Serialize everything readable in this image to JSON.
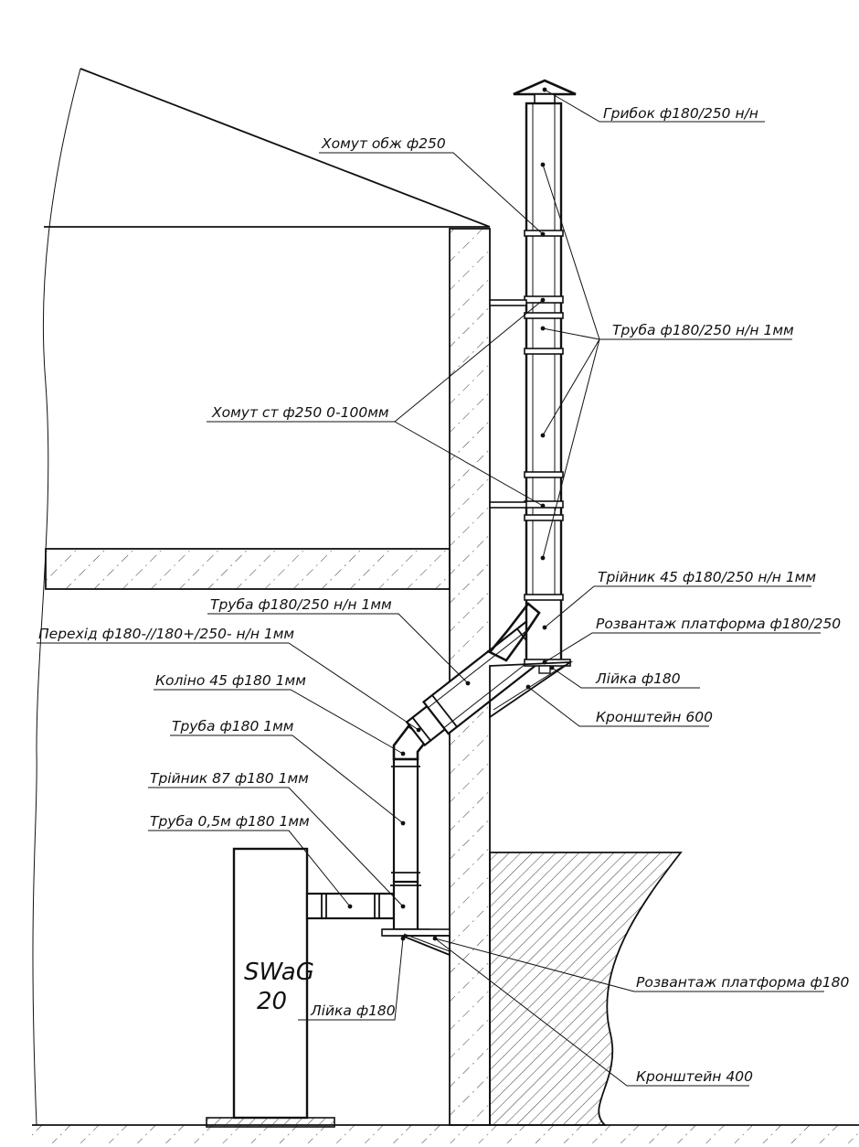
{
  "labels": {
    "cap": "Грибок ф180/250 н/н",
    "clamp_compression": "Хомут обж ф250",
    "pipe_insulated": "Труба ф180/250 н/н 1мм",
    "clamp_wall": "Хомут ст ф250 0-100мм",
    "tee_45": "Трійник 45 ф180/250 н/н 1мм",
    "platform_insulated": "Розвантаж платформа ф180/250",
    "funnel_top": "Лійка ф180",
    "bracket_600": "Кронштейн 600",
    "pipe_insulated_inclined": "Труба ф180/250 н/н 1мм",
    "transition": "Перехід ф180-//180+/250- н/н 1мм",
    "elbow_45": "Коліно 45 ф180 1мм",
    "pipe_single": "Труба ф180 1мм",
    "tee_87": "Трійник 87 ф180 1мм",
    "pipe_half_meter": "Труба 0,5м ф180 1мм",
    "platform_single": "Розвантаж платформа ф180",
    "funnel_bottom": "Лійка ф180",
    "bracket_400": "Кронштейн 400"
  },
  "boiler": {
    "brand": "SWaG",
    "model": "20"
  }
}
